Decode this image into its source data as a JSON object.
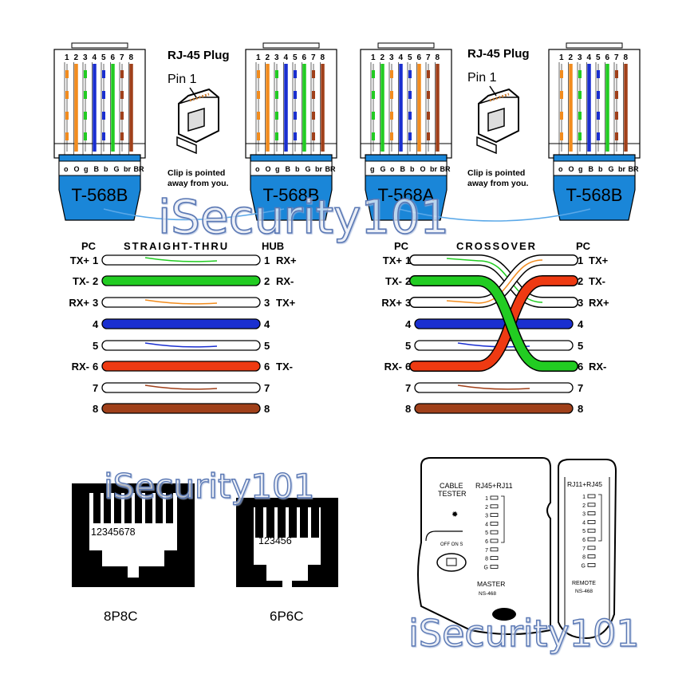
{
  "colors": {
    "orange": "#f28c1e",
    "green": "#22cc22",
    "blue": "#1a2fd0",
    "brown": "#a0401a",
    "red": "#ee3a12",
    "plug_blue": "#1a86d8",
    "watermark_fill": "#ffffff",
    "watermark_stroke": "#5a78b4"
  },
  "plugs": [
    {
      "standard": "T-568B",
      "pins": [
        "1",
        "2",
        "3",
        "4",
        "5",
        "6",
        "7",
        "8"
      ],
      "wires": [
        "orange-stripe",
        "orange",
        "green-stripe",
        "blue",
        "blue-stripe",
        "green",
        "brown-stripe",
        "brown"
      ],
      "codes": [
        "o",
        "O",
        "g",
        "B",
        "b",
        "G",
        "br",
        "BR"
      ]
    },
    {
      "standard": "T-568B",
      "pins": [
        "1",
        "2",
        "3",
        "4",
        "5",
        "6",
        "7",
        "8"
      ],
      "wires": [
        "orange-stripe",
        "orange",
        "green-stripe",
        "blue",
        "blue-stripe",
        "green",
        "brown-stripe",
        "brown"
      ],
      "codes": [
        "o",
        "O",
        "g",
        "B",
        "b",
        "G",
        "br",
        "BR"
      ]
    },
    {
      "standard": "T-568A",
      "pins": [
        "1",
        "2",
        "3",
        "4",
        "5",
        "6",
        "7",
        "8"
      ],
      "wires": [
        "green-stripe",
        "green",
        "orange-stripe",
        "blue",
        "blue-stripe",
        "orange",
        "brown-stripe",
        "brown"
      ],
      "codes": [
        "g",
        "G",
        "o",
        "B",
        "b",
        "O",
        "br",
        "BR"
      ]
    },
    {
      "standard": "T-568B",
      "pins": [
        "1",
        "2",
        "3",
        "4",
        "5",
        "6",
        "7",
        "8"
      ],
      "wires": [
        "orange-stripe",
        "orange",
        "green-stripe",
        "blue",
        "blue-stripe",
        "green",
        "brown-stripe",
        "brown"
      ],
      "codes": [
        "o",
        "O",
        "g",
        "B",
        "b",
        "G",
        "br",
        "BR"
      ]
    }
  ],
  "plug_callouts": [
    {
      "title": "RJ-45 Plug",
      "pin_label": "Pin 1",
      "note_line1": "Clip is pointed",
      "note_line2": "away from you."
    },
    {
      "title": "RJ-45 Plug",
      "pin_label": "Pin 1",
      "note_line1": "Clip is pointed",
      "note_line2": "away from you."
    }
  ],
  "straight": {
    "title": "STRAIGHT-THRU",
    "left_header": "PC",
    "right_header": "HUB",
    "rows": [
      {
        "left_label": "TX+",
        "pin": "1",
        "right_label": "RX+",
        "wire": "green-stripe"
      },
      {
        "left_label": "TX-",
        "pin": "2",
        "right_label": "RX-",
        "wire": "green"
      },
      {
        "left_label": "RX+",
        "pin": "3",
        "right_label": "TX+",
        "wire": "orange-stripe"
      },
      {
        "left_label": "",
        "pin": "4",
        "right_label": "",
        "wire": "blue"
      },
      {
        "left_label": "",
        "pin": "5",
        "right_label": "",
        "wire": "blue-stripe"
      },
      {
        "left_label": "RX-",
        "pin": "6",
        "right_label": "TX-",
        "wire": "red"
      },
      {
        "left_label": "",
        "pin": "7",
        "right_label": "",
        "wire": "brown-stripe"
      },
      {
        "left_label": "",
        "pin": "8",
        "right_label": "",
        "wire": "brown"
      }
    ]
  },
  "crossover": {
    "title": "CROSSOVER",
    "left_header": "PC",
    "right_header": "PC",
    "left_rows": [
      {
        "label": "TX+",
        "pin": "1"
      },
      {
        "label": "TX-",
        "pin": "2"
      },
      {
        "label": "RX+",
        "pin": "3"
      },
      {
        "label": "",
        "pin": "4"
      },
      {
        "label": "",
        "pin": "5"
      },
      {
        "label": "RX-",
        "pin": "6"
      },
      {
        "label": "",
        "pin": "7"
      },
      {
        "label": "",
        "pin": "8"
      }
    ],
    "right_rows": [
      {
        "label": "TX+",
        "pin": "1"
      },
      {
        "label": "TX-",
        "pin": "2"
      },
      {
        "label": "RX+",
        "pin": "3"
      },
      {
        "label": "",
        "pin": "4"
      },
      {
        "label": "",
        "pin": "5"
      },
      {
        "label": "RX-",
        "pin": "6"
      },
      {
        "label": "",
        "pin": "7"
      },
      {
        "label": "",
        "pin": "8"
      }
    ]
  },
  "jacks": [
    {
      "caption": "8P8C",
      "pin_numbers": "12345678",
      "contacts": 8
    },
    {
      "caption": "6P6C",
      "pin_numbers": "123456",
      "contacts": 6
    }
  ],
  "tester": {
    "master_title_line1": "CABLE",
    "master_title_line2": "TESTER",
    "master_header": "RJ45+RJ11",
    "switch_label": "OFF ON S",
    "master_name": "MASTER",
    "master_model": "NS-468",
    "remote_header": "RJ11+RJ45",
    "remote_name": "REMOTE",
    "remote_model": "NS-468",
    "leds": [
      "1",
      "2",
      "3",
      "4",
      "5",
      "6",
      "7",
      "8",
      "G"
    ]
  },
  "watermark": {
    "text": "iSecurity101"
  }
}
